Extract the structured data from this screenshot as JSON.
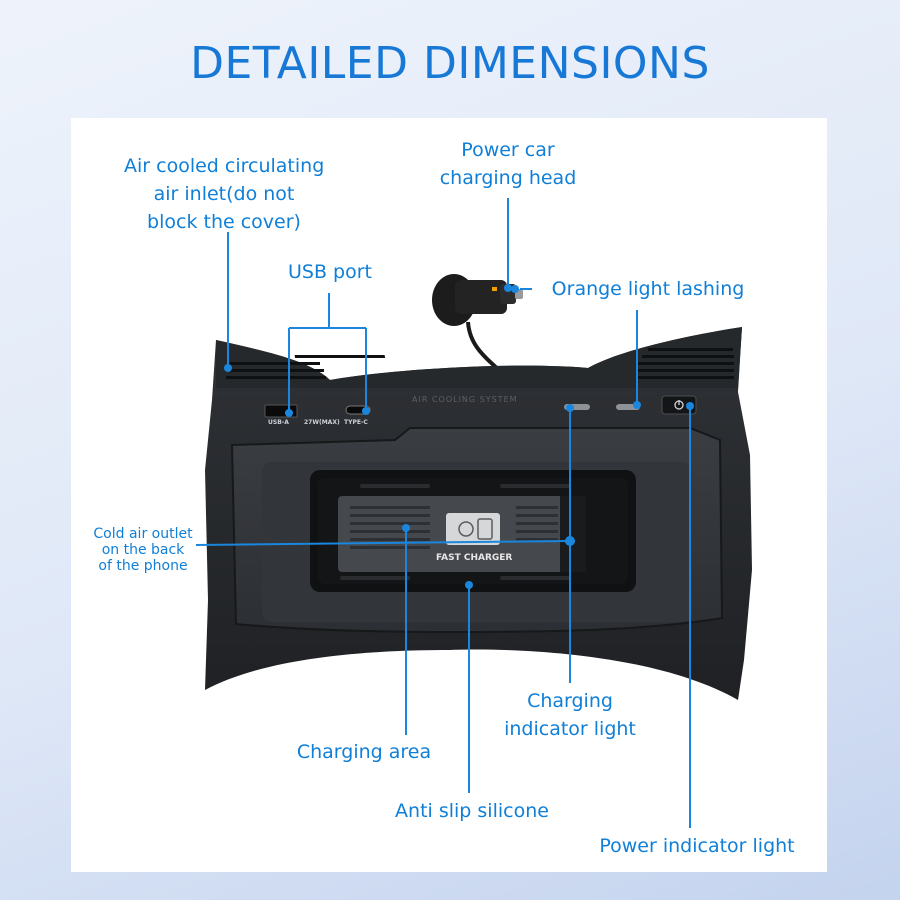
{
  "title": "DETAILED DIMENSIONS",
  "labels": {
    "air_inlet": [
      "Air cooled circulating",
      "air inlet(do not",
      "block the cover)"
    ],
    "car_head": [
      "Power car",
      "charging head"
    ],
    "usb_port": "USB port",
    "orange_light": "Orange light lashing",
    "cold_air": [
      "Cold air outlet",
      "on the back",
      "of the phone"
    ],
    "charging_indicator": [
      "Charging",
      "indicator light"
    ],
    "charging_area": "Charging area",
    "anti_slip": "Anti slip silicone",
    "power_indicator": "Power indicator light"
  },
  "device": {
    "usb_a_text": "USB-A",
    "watt_text": "27W(MAX)",
    "typec_text": "TYPE-C",
    "system_text": "AIR COOLING SYSTEM",
    "pad_text": "FAST CHARGER"
  },
  "colors": {
    "accent": "#1778d6",
    "leader": "#1a86dd"
  }
}
